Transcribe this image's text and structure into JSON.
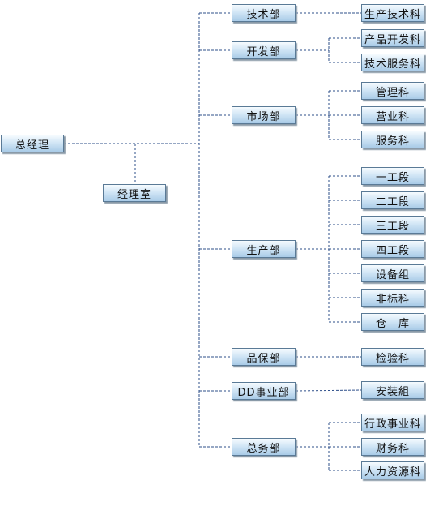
{
  "root": {
    "id": "gm",
    "label": "总经理"
  },
  "office": {
    "id": "office",
    "label": "经理室"
  },
  "departments": [
    {
      "id": "tech",
      "label": "技术部",
      "children": [
        {
          "id": "c1",
          "label": "生产技术科"
        }
      ]
    },
    {
      "id": "dev",
      "label": "开发部",
      "children": [
        {
          "id": "c2",
          "label": "产品开发科"
        },
        {
          "id": "c3",
          "label": "技术服务科"
        }
      ]
    },
    {
      "id": "market",
      "label": "市场部",
      "children": [
        {
          "id": "c4",
          "label": "管理科"
        },
        {
          "id": "c5",
          "label": "营业科"
        },
        {
          "id": "c6",
          "label": "服务科"
        }
      ]
    },
    {
      "id": "prod",
      "label": "生产部",
      "children": [
        {
          "id": "c7",
          "label": "一工段"
        },
        {
          "id": "c8",
          "label": "二工段"
        },
        {
          "id": "c9",
          "label": "三工段"
        },
        {
          "id": "c10",
          "label": "四工段"
        },
        {
          "id": "c11",
          "label": "设备组"
        },
        {
          "id": "c12",
          "label": "非标科"
        },
        {
          "id": "c13",
          "label": "仓　库"
        }
      ]
    },
    {
      "id": "qa",
      "label": "品保部",
      "children": [
        {
          "id": "c14",
          "label": "检验科"
        }
      ]
    },
    {
      "id": "dd",
      "label": "DD事业部",
      "children": [
        {
          "id": "c15",
          "label": "安装組"
        }
      ]
    },
    {
      "id": "general",
      "label": "总务部",
      "children": [
        {
          "id": "c16",
          "label": "行政事业科"
        },
        {
          "id": "c17",
          "label": "财务科"
        },
        {
          "id": "c18",
          "label": "人力资源科"
        }
      ]
    }
  ],
  "colors": {
    "line": "#2e4f8a",
    "border": "#5a7a96",
    "fill_top": "#f6fbff",
    "fill_bottom": "#a9cbe7"
  }
}
